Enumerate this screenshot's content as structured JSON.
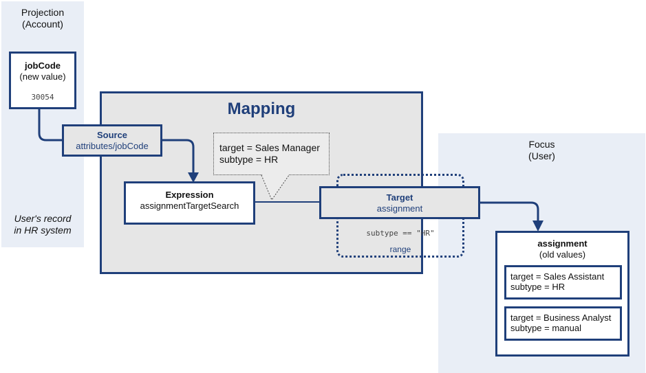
{
  "projection": {
    "title_line1": "Projection",
    "title_line2": "(Account)",
    "note_line1": "User's record",
    "note_line2": "in HR system",
    "jobcode": {
      "title": "jobCode",
      "subtitle": "(new value)",
      "value": "30054"
    }
  },
  "mapping": {
    "title": "Mapping",
    "source": {
      "title": "Source",
      "path": "attributes/jobCode"
    },
    "expression": {
      "title": "Expression",
      "name": "assignmentTargetSearch"
    },
    "callout": {
      "line1": "target = Sales Manager",
      "line2": "subtype = HR"
    },
    "target": {
      "title": "Target",
      "path": "assignment"
    },
    "range": {
      "condition": "subtype == \"HR\"",
      "label": "range"
    }
  },
  "focus": {
    "title_line1": "Focus",
    "title_line2": "(User)",
    "assignment": {
      "title": "assignment",
      "subtitle": "(old values)",
      "values": [
        {
          "line1": "target = Sales Assistant",
          "line2": "subtype = HR"
        },
        {
          "line1": "target = Business Analyst",
          "line2": "subtype = manual"
        }
      ]
    }
  },
  "colors": {
    "accent": "#1f3f7a",
    "panel": "#e9eef6",
    "mapping_bg": "#e6e6e6"
  }
}
